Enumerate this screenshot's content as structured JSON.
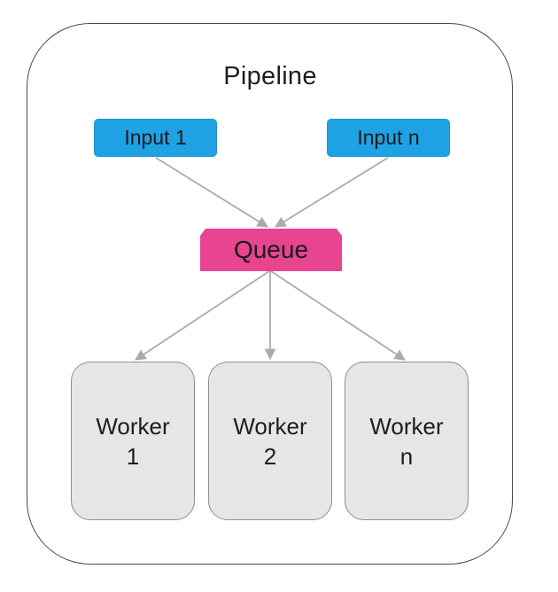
{
  "diagram": {
    "container_label": "Pipeline",
    "inputs": [
      {
        "label": "Input 1"
      },
      {
        "label": "Input n"
      }
    ],
    "queue": {
      "label": "Queue"
    },
    "workers": [
      {
        "line1": "Worker",
        "line2": "1"
      },
      {
        "line1": "Worker",
        "line2": "2"
      },
      {
        "line1": "Worker",
        "line2": "n"
      }
    ],
    "edges": [
      {
        "from": "Input 1",
        "to": "Queue"
      },
      {
        "from": "Input n",
        "to": "Queue"
      },
      {
        "from": "Queue",
        "to": "Worker 1"
      },
      {
        "from": "Queue",
        "to": "Worker 2"
      },
      {
        "from": "Queue",
        "to": "Worker n"
      }
    ]
  },
  "colors": {
    "input_fill": "#1ea2e3",
    "queue_fill": "#e8448f",
    "worker_fill": "#e6e6e6",
    "arrow": "#ababab",
    "frame_border": "#4a4a4a"
  }
}
